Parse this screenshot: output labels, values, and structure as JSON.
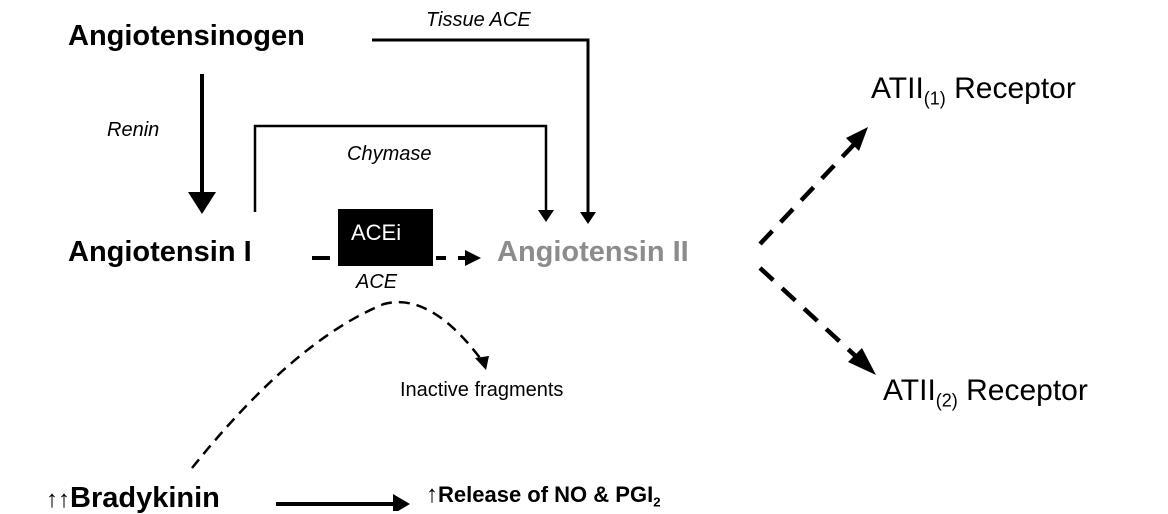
{
  "nodes": {
    "angiotensinogen": "Angiotensinogen",
    "angiotensin_i": "Angiotensin I",
    "angiotensin_ii": "Angiotensin II",
    "receptor1": {
      "prefix": "ATII",
      "sub": "(1)",
      "suffix": " Receptor"
    },
    "receptor2": {
      "prefix": "ATII",
      "sub": "(2)",
      "suffix": " Receptor"
    },
    "bradykinin": {
      "arrows": "↑↑",
      "label": "Bradykinin"
    },
    "release": {
      "arrow": "↑",
      "label": "Release of NO & PGI",
      "sub": "2"
    },
    "inactive": "Inactive fragments"
  },
  "enzymes": {
    "tissue_ace": "Tissue ACE",
    "renin": "Renin",
    "chymase": "Chymase",
    "ace": "ACE",
    "acei": "ACEi"
  },
  "colors": {
    "text": "#000000",
    "angiotensin_ii": "#8c8c8c",
    "inhibitor_box": "#000000",
    "inhibitor_text": "#ffffff"
  }
}
